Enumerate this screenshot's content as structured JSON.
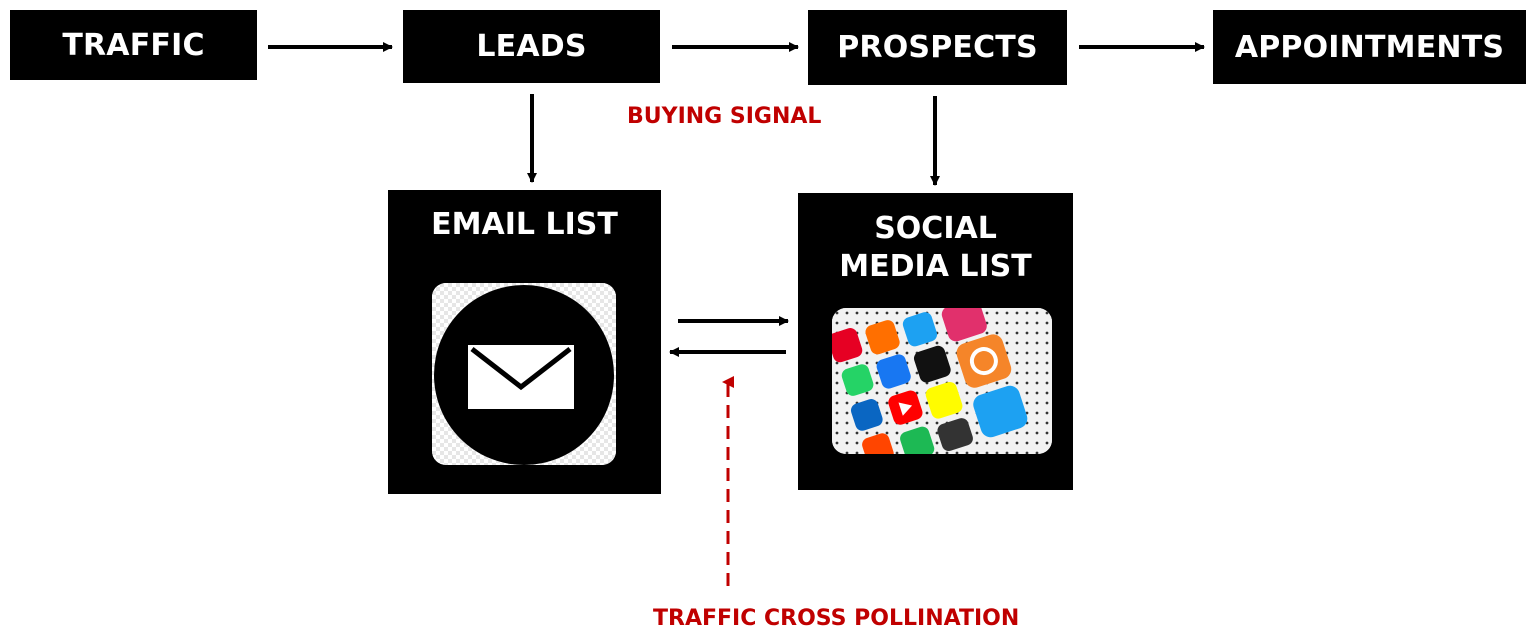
{
  "stages": {
    "traffic": "TRAFFIC",
    "leads": "LEADS",
    "prospects": "PROSPECTS",
    "appointments": "APPOINTMENTS"
  },
  "lists": {
    "email_title": "EMAIL LIST",
    "social_title_line1": "SOCIAL",
    "social_title_line2": "MEDIA LIST"
  },
  "annotations": {
    "buying_signal": "BUYING SIGNAL",
    "cross_pollination": "TRAFFIC CROSS POLLINATION"
  },
  "colors": {
    "box": "#000000",
    "box_text": "#ffffff",
    "annotation": "#c00000",
    "arrow": "#000000"
  },
  "icons": {
    "email": "envelope-icon",
    "social": "social-media-apps-icon"
  }
}
